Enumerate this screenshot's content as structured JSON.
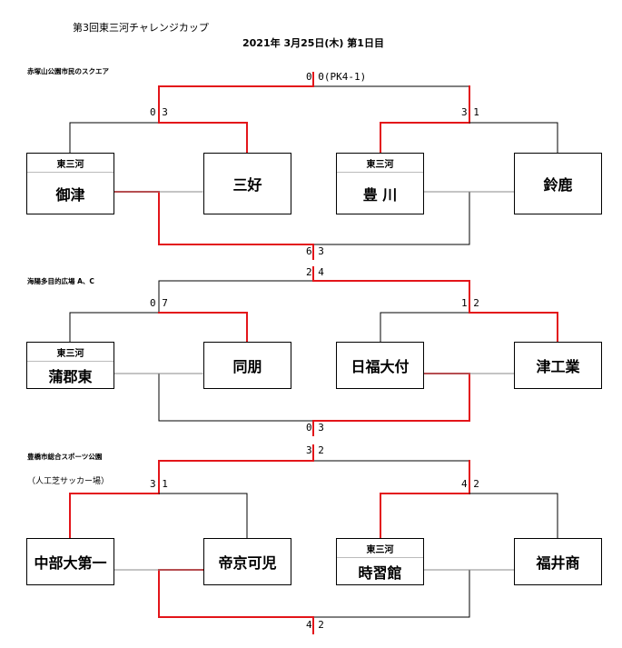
{
  "header": {
    "title": "第3回東三河チャレンジカップ",
    "date": "2021年 3月25日(木) 第1日目"
  },
  "colors": {
    "winner": "#e3151a",
    "line": "#000000",
    "dotted": "#888888"
  },
  "venues": [
    {
      "name": "赤塚山公園市民のスクエア",
      "note": "",
      "final_score": "0 0(PK4-1)",
      "third_score": "6 3",
      "left_score": "0 3",
      "right_score": "3 1",
      "teams": [
        {
          "tag": "東三河",
          "name": "御津"
        },
        {
          "tag": "",
          "name": "三好"
        },
        {
          "tag": "東三河",
          "name": "豊 川"
        },
        {
          "tag": "",
          "name": "鈴鹿"
        }
      ]
    },
    {
      "name": "海陽多目的広場 A、C",
      "note": "",
      "final_score": "2 4",
      "third_score": "0 3",
      "left_score": "0 7",
      "right_score": "1 2",
      "teams": [
        {
          "tag": "東三河",
          "name": "蒲郡東"
        },
        {
          "tag": "",
          "name": "同朋"
        },
        {
          "tag": "",
          "name": "日福大付"
        },
        {
          "tag": "",
          "name": "津工業"
        }
      ]
    },
    {
      "name": "豊橋市総合スポーツ公園",
      "note": "（人工芝サッカー場）",
      "final_score": "3 2",
      "third_score": "4 2",
      "left_score": "3 1",
      "right_score": "4 2",
      "teams": [
        {
          "tag": "",
          "name": "中部大第一"
        },
        {
          "tag": "",
          "name": "帝京可児"
        },
        {
          "tag": "東三河",
          "name": "時習館"
        },
        {
          "tag": "",
          "name": "福井商"
        }
      ]
    }
  ]
}
